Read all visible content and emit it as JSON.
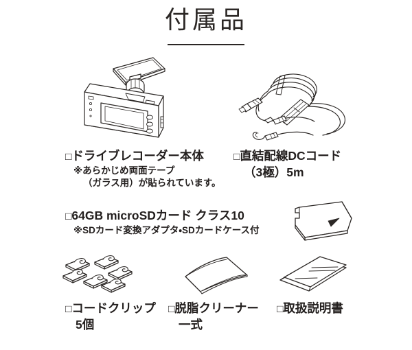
{
  "header": {
    "title": "付属品",
    "rule": true
  },
  "items": [
    {
      "id": "drive-recorder",
      "checkbox": "□",
      "label": "ドライブレコーダー本体",
      "notes": [
        "※あらかじめ両面テープ",
        "（ガラス用）が貼られています。"
      ],
      "illustration": "dashcam-with-bracket"
    },
    {
      "id": "dc-cord",
      "checkbox": "□",
      "label": "直結配線DCコード",
      "label_line2": "（3極）5m",
      "notes": [],
      "illustration": "dc-power-cord"
    },
    {
      "id": "microsd-card",
      "checkbox": "□",
      "label": "64GB microSDカード クラス10",
      "notes": [
        "※SDカード変換アダプタ・SDカードケース付"
      ],
      "illustration": "microsd-card"
    },
    {
      "id": "cord-clip",
      "checkbox": "□",
      "label": "コードクリップ",
      "label_line2": "5個",
      "notes": [],
      "illustration": "cord-clips"
    },
    {
      "id": "degreasing-cleaner",
      "checkbox": "□",
      "label": "脱脂クリーナー",
      "label_line2": "一式",
      "notes": [],
      "illustration": "cleaner-wipe"
    },
    {
      "id": "instruction-manual",
      "checkbox": "□",
      "label": "取扱説明書",
      "notes": [],
      "illustration": "manual-booklet"
    }
  ],
  "colors": {
    "text": "#231f1e",
    "title": "#2b2725",
    "line_art": "#2b2725",
    "background": "#ffffff"
  }
}
